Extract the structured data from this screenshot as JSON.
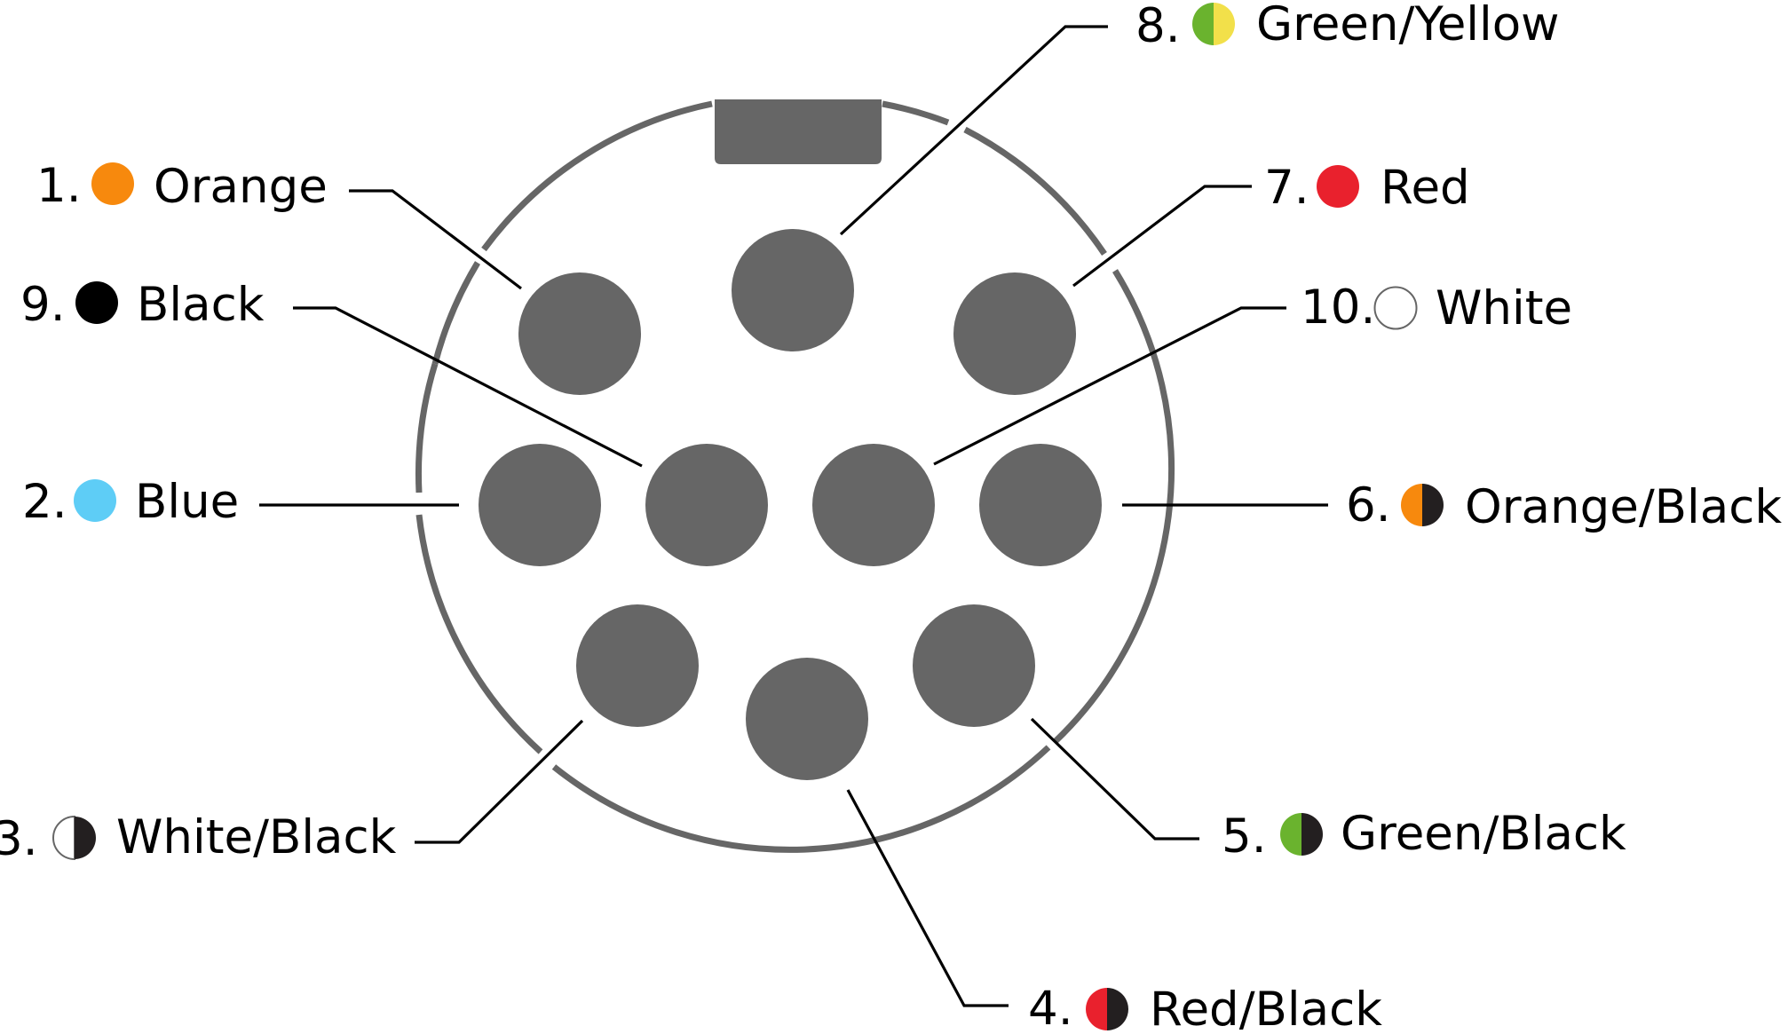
{
  "colors": {
    "pin": "#666666",
    "ring": "#666666",
    "leader": "#000000",
    "orange": "#f7890d",
    "blue": "#5ecdf6",
    "white": "#ffffff",
    "black": "#000000",
    "half_black": "#231f20",
    "red": "#e9212d",
    "green": "#6ab32e",
    "yellow": "#f2e04a",
    "swatch_outline": "#666666"
  },
  "connector": {
    "shell": "circular-connector-shell",
    "key": "keying-tab",
    "pin_count": 10
  },
  "pins": [
    {
      "number": "1.",
      "label": "Orange",
      "swatch": "orange"
    },
    {
      "number": "2.",
      "label": "Blue",
      "swatch": "blue"
    },
    {
      "number": "3.",
      "label": "White/Black",
      "swatch": "white-black"
    },
    {
      "number": "4.",
      "label": "Red/Black",
      "swatch": "red-black"
    },
    {
      "number": "5.",
      "label": "Green/Black",
      "swatch": "green-black"
    },
    {
      "number": "6.",
      "label": "Orange/Black",
      "swatch": "orange-black"
    },
    {
      "number": "7.",
      "label": "Red",
      "swatch": "red"
    },
    {
      "number": "8.",
      "label": "Green/Yellow",
      "swatch": "green-yellow"
    },
    {
      "number": "9.",
      "label": "Black",
      "swatch": "black"
    },
    {
      "number": "10.",
      "label": "White",
      "swatch": "white"
    }
  ]
}
